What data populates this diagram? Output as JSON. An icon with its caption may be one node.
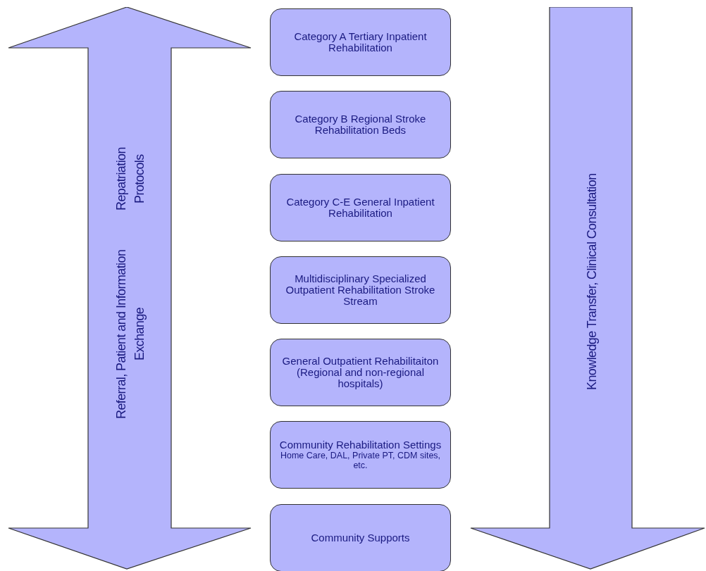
{
  "diagram": {
    "nodes": [
      {
        "text": [
          "Category A Tertiary Inpatient Rehabilitation"
        ]
      },
      {
        "text": [
          "Category B Regional Stroke Rehabilitation Beds"
        ]
      },
      {
        "text": [
          "Category C-E General Inpatient Rehabilitation"
        ]
      },
      {
        "text": [
          "Multidisciplinary Specialized Outpatient Rehabilitation Stroke Stream"
        ]
      },
      {
        "text": [
          "General Outpatient Rehabilitaiton (Regional and non-regional hospitals)"
        ]
      },
      {
        "text": [
          "Community Rehabilitation Settings",
          "Home Care, DAL, Private PT, CDM sites, etc."
        ]
      },
      {
        "text": [
          "Community Supports"
        ]
      },
      {
        "text": [
          "Referral, Patient and Information Exchange",
          "Repatriation Protocols"
        ]
      },
      {
        "text": [
          "Knowledge Transfer, Clinical Consultation"
        ]
      }
    ]
  }
}
